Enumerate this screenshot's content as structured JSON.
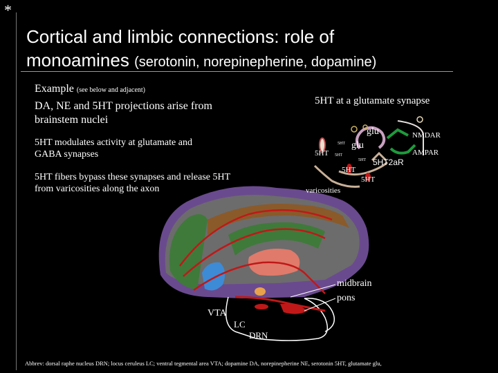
{
  "slide": {
    "asterisk": "*",
    "title_line1": "Cortical and limbic connections: role of",
    "title_line2_main": "monoamines",
    "title_line2_sub": "(serotonin, norepinepherine, dopamine)",
    "example_label": "Example",
    "example_note": "(see below and adjacent)",
    "projections_text": "DA, NE and 5HT projections arise from brainstem nuclei",
    "modulates_text": "5HT modulates activity at glutamate and GABA synapses",
    "bypass_text": "5HT fibers bypass these synapses and release 5HT from varicosities along the axon",
    "abbreviations": "Abbrev: dorsal raphe nucleus DRN; locus ceruleus LC; ventral tegmental area VTA; dopamine DA, norepinepherine NE, serotonin 5HT, glutamate glu,"
  },
  "synapse": {
    "title": "5HT at a glutamate synapse",
    "glu_top": "glu",
    "glu_mid": "glu",
    "nmdar": "NMDAR",
    "ampar": "AMPAR",
    "ht_left": "5HT",
    "ht_small_top": "5HT",
    "ht_small_mid": "5HT",
    "ht_small_right": "5HT",
    "ht2a": "5HT2aR",
    "ht_lower": "5HT",
    "ht_right": "5HT",
    "varicosities": "varicosities"
  },
  "brain": {
    "midbrain": "midbrain",
    "pons": "pons",
    "vta": "VTA",
    "lc": "LC",
    "drn": "DRN"
  },
  "colors": {
    "background": "#000000",
    "text": "#ffffff",
    "cortex_purple": "#6a4a8e",
    "green": "#3f7a3a",
    "brown": "#8a5a2a",
    "blue": "#3d8bd6",
    "salmon": "#e07a6a",
    "pathway_red": "#c01818",
    "receptor_green": "#1e9a3c"
  }
}
